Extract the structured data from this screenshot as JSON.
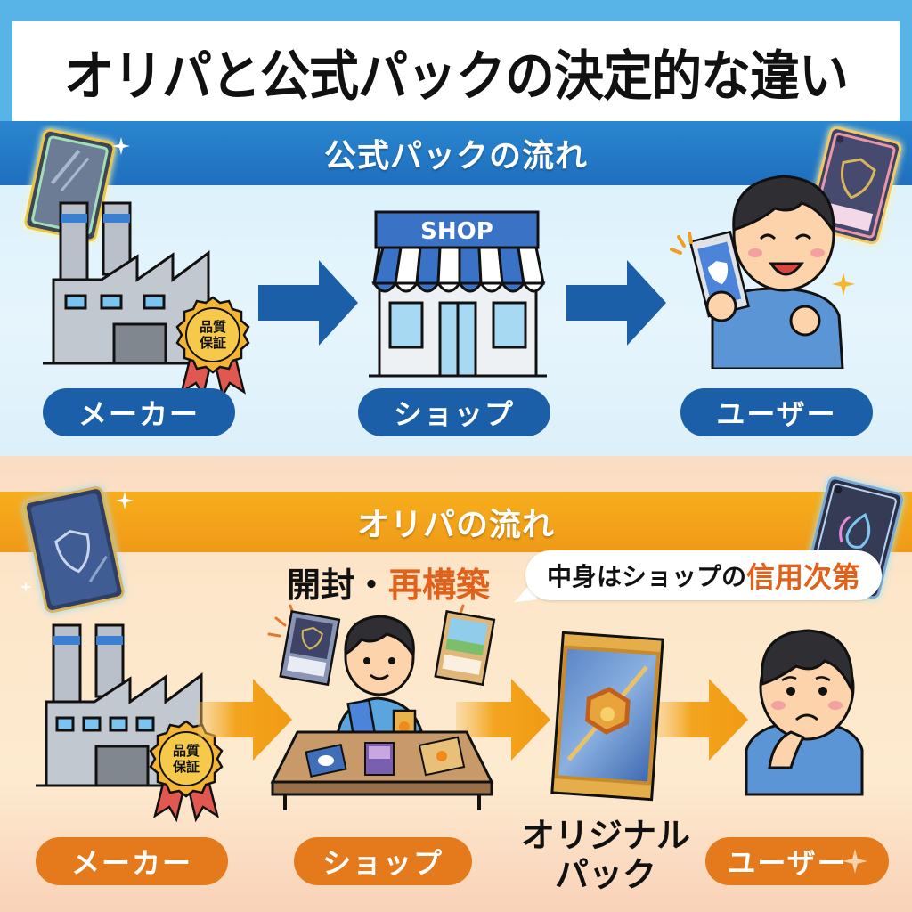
{
  "title": "オリパと公式パックの決定的な違い",
  "official_flow": {
    "banner": "公式パックの流れ",
    "accent_color": "#1a5fa8",
    "steps": [
      {
        "label": "メーカー",
        "icon": "factory-icon",
        "badge": "品質保証"
      },
      {
        "label": "ショップ",
        "icon": "shop-icon",
        "sign": "SHOP"
      },
      {
        "label": "ユーザー",
        "icon": "happy-user-icon"
      }
    ]
  },
  "oripa_flow": {
    "banner": "オリパの流れ",
    "accent_color": "#e47a1b",
    "subtitle_plain": "開封・",
    "subtitle_highlight": "再構築",
    "bubble_plain": "中身はショップの",
    "bubble_highlight": "信用次第",
    "steps": [
      {
        "label": "メーカー",
        "icon": "factory-icon",
        "badge": "品質保証"
      },
      {
        "label": "ショップ",
        "icon": "shop-worker-icon"
      },
      {
        "label": "オリジナル パック",
        "line1": "オリジナル",
        "line2": "パック",
        "icon": "original-pack-icon"
      },
      {
        "label": "ユーザー",
        "icon": "worried-user-icon"
      }
    ]
  }
}
